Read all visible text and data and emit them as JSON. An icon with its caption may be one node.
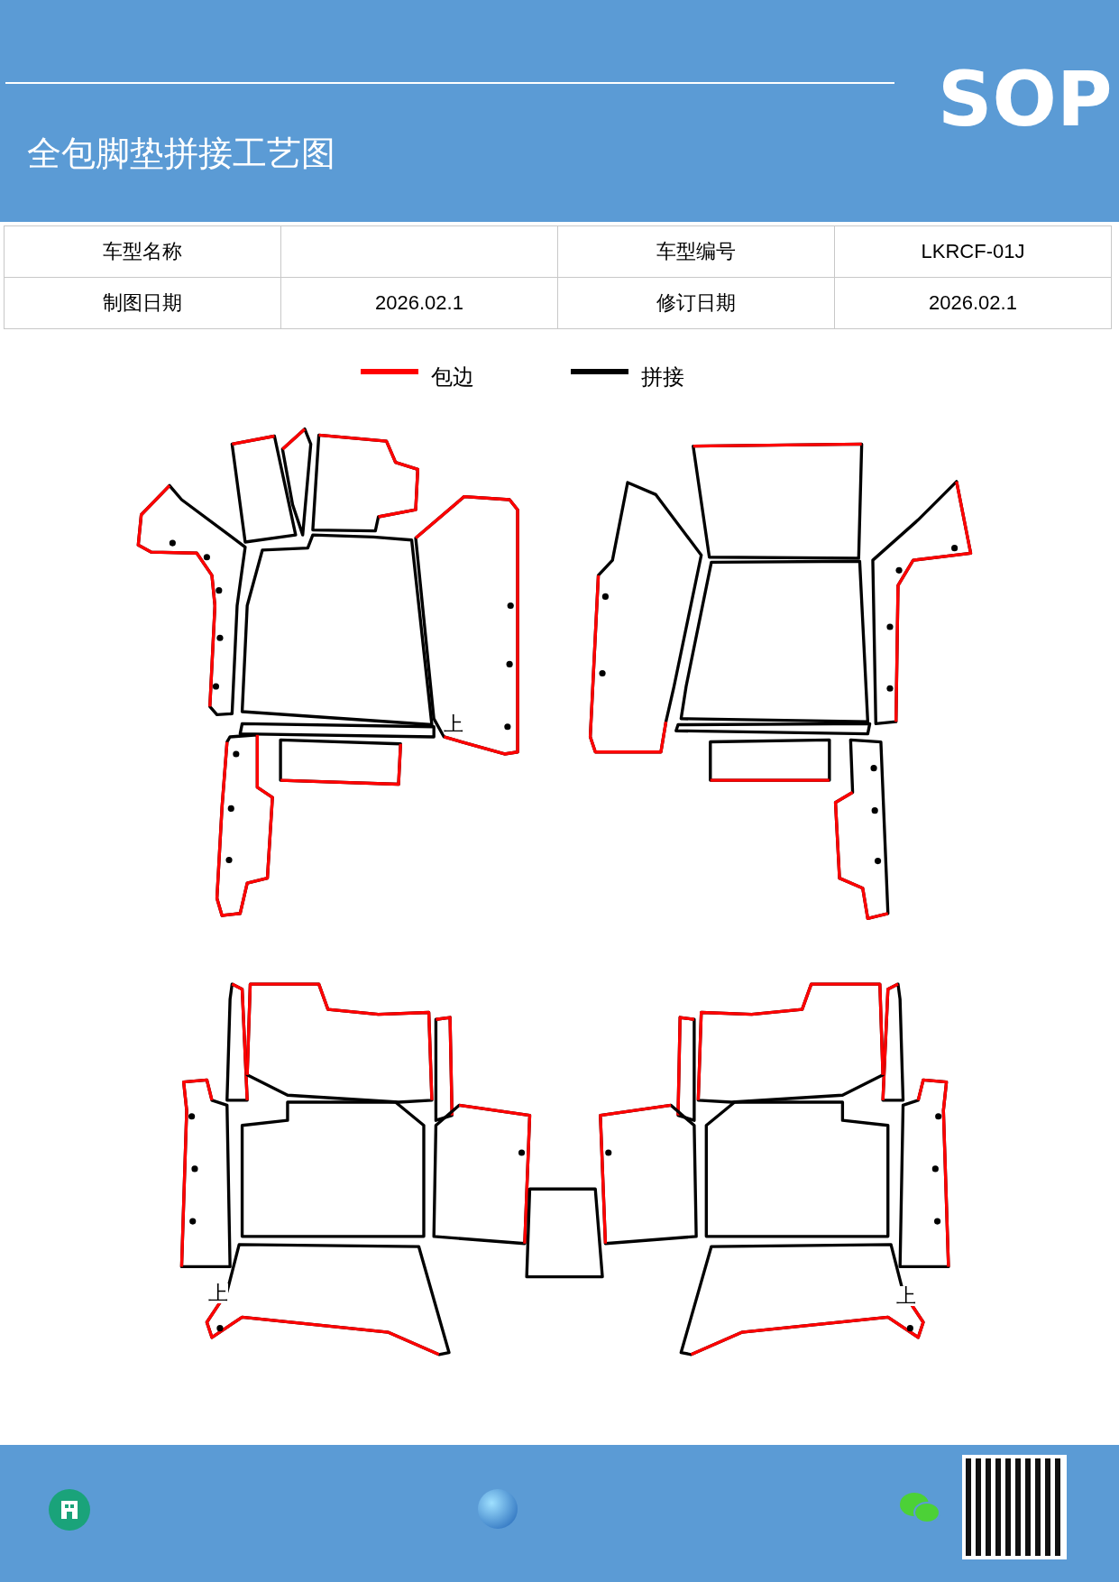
{
  "diagram": {
    "title": "全包脚垫拼接工艺图",
    "labels": [
      "SOP",
      "车型名称",
      "车型编号",
      "LKRCF-01J",
      "制图日期",
      "2026.02.1",
      "修订日期",
      "2026.02.1",
      "上",
      "上",
      "上"
    ],
    "legend": [
      {
        "text": "包边",
        "color": "#ff0000"
      },
      {
        "text": "拼接",
        "color": "#000000"
      }
    ]
  }
}
